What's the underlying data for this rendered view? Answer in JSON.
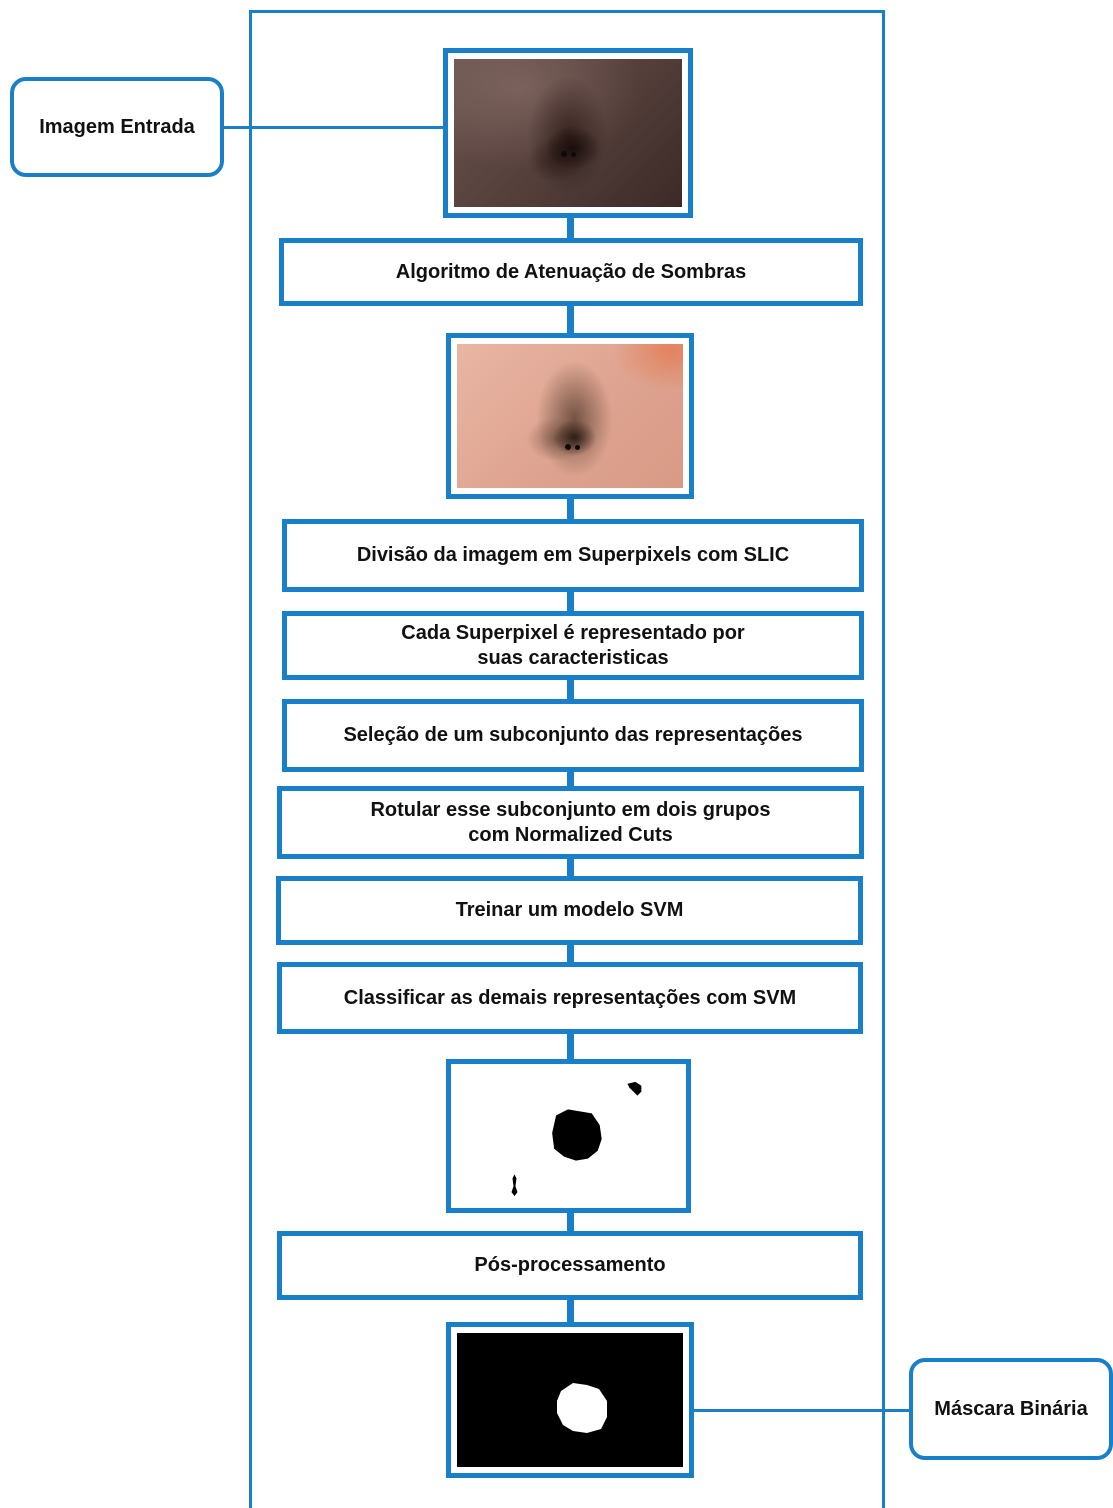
{
  "callouts": {
    "input": "Imagem Entrada",
    "output": "Máscara Binária"
  },
  "steps": [
    "Algoritmo de Atenuação de Sombras",
    "Divisão da imagem em Superpixels com SLIC",
    "Cada Superpixel é representado por\nsuas caracteristicas",
    "Seleção de um subconjunto das representações",
    "Rotular esse subconjunto em dois grupos\ncom Normalized Cuts",
    "Treinar um modelo SVM",
    "Classificar as demais representações com SVM",
    "Pós-processamento"
  ],
  "colors": {
    "accent": "#1a7fc9",
    "text": "#111111"
  }
}
